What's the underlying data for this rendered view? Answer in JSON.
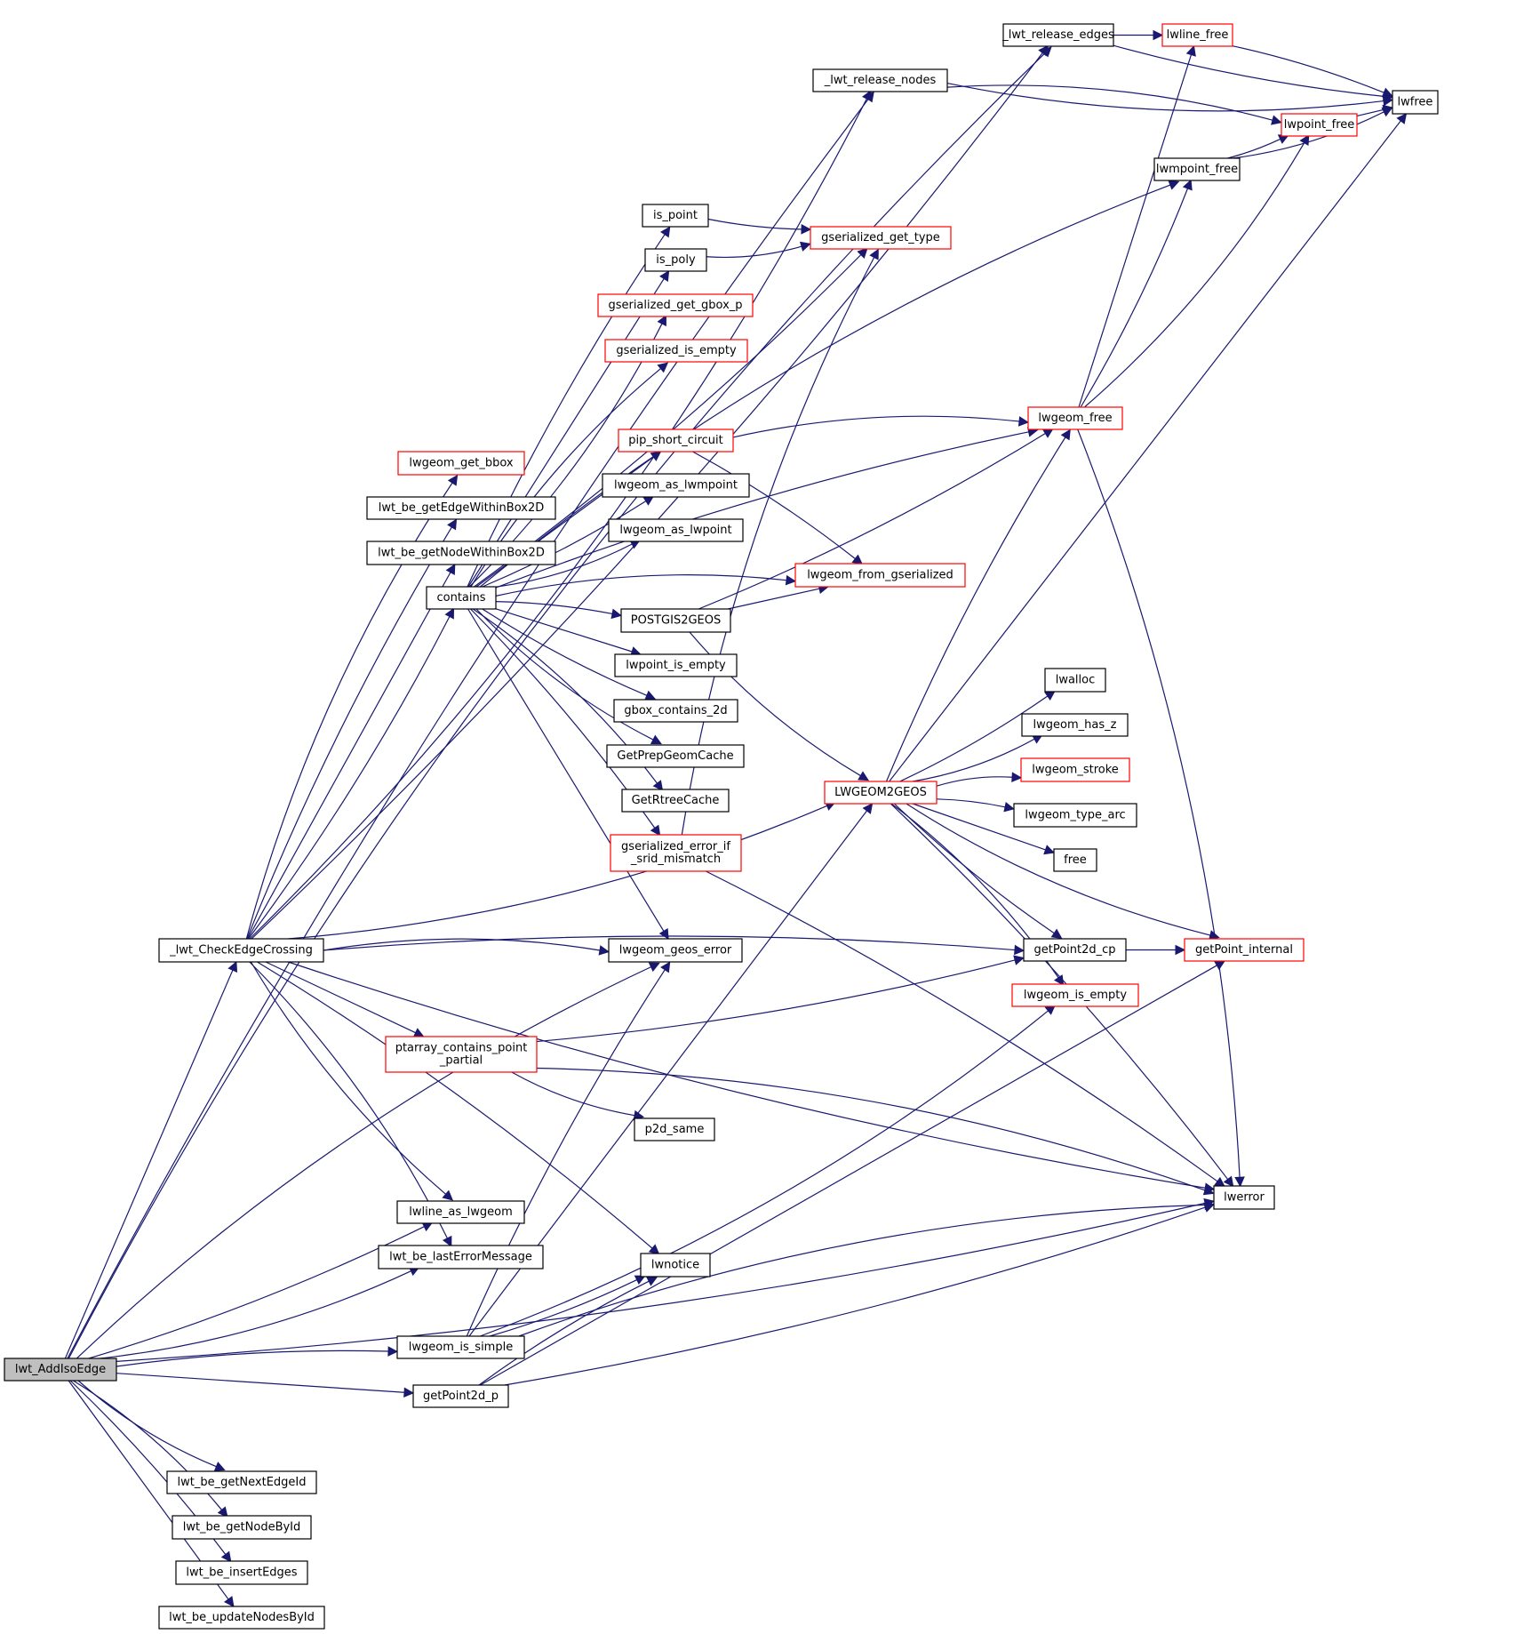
{
  "title": "Call graph for lwt_AddIsoEdge",
  "colors": {
    "edge": "#191970",
    "node_border": "#000000",
    "node_border_truncated": "#ff0000",
    "root_fill": "#bfbfbf",
    "node_fill": "#ffffff"
  },
  "nodes": [
    {
      "id": "lwt_AddIsoEdge",
      "label": [
        "lwt_AddIsoEdge"
      ],
      "style": "root"
    },
    {
      "id": "_lwt_CheckEdgeCrossing",
      "label": [
        "_lwt_CheckEdgeCrossing"
      ],
      "style": "normal"
    },
    {
      "id": "_lwt_release_edges",
      "label": [
        "_lwt_release_edges"
      ],
      "style": "normal"
    },
    {
      "id": "_lwt_release_nodes",
      "label": [
        "_lwt_release_nodes"
      ],
      "style": "normal"
    },
    {
      "id": "lwline_free",
      "label": [
        "lwline_free"
      ],
      "style": "truncated"
    },
    {
      "id": "lwfree",
      "label": [
        "lwfree"
      ],
      "style": "normal"
    },
    {
      "id": "lwpoint_free",
      "label": [
        "lwpoint_free"
      ],
      "style": "truncated"
    },
    {
      "id": "lwmpoint_free",
      "label": [
        "lwmpoint_free"
      ],
      "style": "normal"
    },
    {
      "id": "is_point",
      "label": [
        "is_point"
      ],
      "style": "normal"
    },
    {
      "id": "is_poly",
      "label": [
        "is_poly"
      ],
      "style": "normal"
    },
    {
      "id": "gserialized_get_type",
      "label": [
        "gserialized_get_type"
      ],
      "style": "truncated"
    },
    {
      "id": "gserialized_get_gbox_p",
      "label": [
        "gserialized_get_gbox_p"
      ],
      "style": "truncated"
    },
    {
      "id": "gserialized_is_empty",
      "label": [
        "gserialized_is_empty"
      ],
      "style": "truncated"
    },
    {
      "id": "lwgeom_free",
      "label": [
        "lwgeom_free"
      ],
      "style": "truncated"
    },
    {
      "id": "pip_short_circuit",
      "label": [
        "pip_short_circuit"
      ],
      "style": "truncated"
    },
    {
      "id": "lwgeom_get_bbox",
      "label": [
        "lwgeom_get_bbox"
      ],
      "style": "truncated"
    },
    {
      "id": "lwgeom_as_lwmpoint",
      "label": [
        "lwgeom_as_lwmpoint"
      ],
      "style": "normal"
    },
    {
      "id": "lwt_be_getEdgeWithinBox2D",
      "label": [
        "lwt_be_getEdgeWithinBox2D"
      ],
      "style": "normal"
    },
    {
      "id": "lwgeom_as_lwpoint",
      "label": [
        "lwgeom_as_lwpoint"
      ],
      "style": "normal"
    },
    {
      "id": "lwt_be_getNodeWithinBox2D",
      "label": [
        "lwt_be_getNodeWithinBox2D"
      ],
      "style": "normal"
    },
    {
      "id": "lwgeom_from_gserialized",
      "label": [
        "lwgeom_from_gserialized"
      ],
      "style": "truncated"
    },
    {
      "id": "contains",
      "label": [
        "contains"
      ],
      "style": "normal"
    },
    {
      "id": "POSTGIS2GEOS",
      "label": [
        "POSTGIS2GEOS"
      ],
      "style": "normal"
    },
    {
      "id": "lwpoint_is_empty",
      "label": [
        "lwpoint_is_empty"
      ],
      "style": "normal"
    },
    {
      "id": "lwalloc",
      "label": [
        "lwalloc"
      ],
      "style": "normal"
    },
    {
      "id": "gbox_contains_2d",
      "label": [
        "gbox_contains_2d"
      ],
      "style": "normal"
    },
    {
      "id": "lwgeom_has_z",
      "label": [
        "lwgeom_has_z"
      ],
      "style": "normal"
    },
    {
      "id": "GetPrepGeomCache",
      "label": [
        "GetPrepGeomCache"
      ],
      "style": "normal"
    },
    {
      "id": "lwgeom_stroke",
      "label": [
        "lwgeom_stroke"
      ],
      "style": "truncated"
    },
    {
      "id": "GetRtreeCache",
      "label": [
        "GetRtreeCache"
      ],
      "style": "normal"
    },
    {
      "id": "LWGEOM2GEOS",
      "label": [
        "LWGEOM2GEOS"
      ],
      "style": "truncated"
    },
    {
      "id": "lwgeom_type_arc",
      "label": [
        "lwgeom_type_arc"
      ],
      "style": "normal"
    },
    {
      "id": "gserialized_error_if_srid_mismatch",
      "label": [
        "gserialized_error_if",
        "_srid_mismatch"
      ],
      "style": "truncated"
    },
    {
      "id": "free",
      "label": [
        "free"
      ],
      "style": "normal"
    },
    {
      "id": "lwgeom_geos_error",
      "label": [
        "lwgeom_geos_error"
      ],
      "style": "normal"
    },
    {
      "id": "getPoint2d_cp",
      "label": [
        "getPoint2d_cp"
      ],
      "style": "normal"
    },
    {
      "id": "getPoint_internal",
      "label": [
        "getPoint_internal"
      ],
      "style": "truncated"
    },
    {
      "id": "lwgeom_is_empty",
      "label": [
        "lwgeom_is_empty"
      ],
      "style": "truncated"
    },
    {
      "id": "ptarray_contains_point_partial",
      "label": [
        "ptarray_contains_point",
        "_partial"
      ],
      "style": "truncated"
    },
    {
      "id": "p2d_same",
      "label": [
        "p2d_same"
      ],
      "style": "normal"
    },
    {
      "id": "lwerror",
      "label": [
        "lwerror"
      ],
      "style": "normal"
    },
    {
      "id": "lwline_as_lwgeom",
      "label": [
        "lwline_as_lwgeom"
      ],
      "style": "normal"
    },
    {
      "id": "lwt_be_lastErrorMessage",
      "label": [
        "lwt_be_lastErrorMessage"
      ],
      "style": "normal"
    },
    {
      "id": "lwnotice",
      "label": [
        "lwnotice"
      ],
      "style": "normal"
    },
    {
      "id": "lwgeom_is_simple",
      "label": [
        "lwgeom_is_simple"
      ],
      "style": "normal"
    },
    {
      "id": "getPoint2d_p",
      "label": [
        "getPoint2d_p"
      ],
      "style": "normal"
    },
    {
      "id": "lwt_be_getNextEdgeId",
      "label": [
        "lwt_be_getNextEdgeId"
      ],
      "style": "normal"
    },
    {
      "id": "lwt_be_getNodeById",
      "label": [
        "lwt_be_getNodeById"
      ],
      "style": "normal"
    },
    {
      "id": "lwt_be_insertEdges",
      "label": [
        "lwt_be_insertEdges"
      ],
      "style": "normal"
    },
    {
      "id": "lwt_be_updateNodesById",
      "label": [
        "lwt_be_updateNodesById"
      ],
      "style": "normal"
    }
  ],
  "edges": [
    [
      "lwt_AddIsoEdge",
      "_lwt_release_edges"
    ],
    [
      "lwt_AddIsoEdge",
      "_lwt_release_nodes"
    ],
    [
      "lwt_AddIsoEdge",
      "_lwt_CheckEdgeCrossing"
    ],
    [
      "lwt_AddIsoEdge",
      "lwline_as_lwgeom"
    ],
    [
      "lwt_AddIsoEdge",
      "lwt_be_lastErrorMessage"
    ],
    [
      "lwt_AddIsoEdge",
      "lwgeom_geos_error"
    ],
    [
      "lwt_AddIsoEdge",
      "lwgeom_is_simple"
    ],
    [
      "lwt_AddIsoEdge",
      "getPoint2d_p"
    ],
    [
      "lwt_AddIsoEdge",
      "lwerror"
    ],
    [
      "lwt_AddIsoEdge",
      "lwt_be_getNextEdgeId"
    ],
    [
      "lwt_AddIsoEdge",
      "lwt_be_getNodeById"
    ],
    [
      "lwt_AddIsoEdge",
      "lwt_be_insertEdges"
    ],
    [
      "lwt_AddIsoEdge",
      "lwt_be_updateNodesById"
    ],
    [
      "_lwt_CheckEdgeCrossing",
      "_lwt_release_edges"
    ],
    [
      "_lwt_CheckEdgeCrossing",
      "_lwt_release_nodes"
    ],
    [
      "_lwt_CheckEdgeCrossing",
      "lwgeom_get_bbox"
    ],
    [
      "_lwt_CheckEdgeCrossing",
      "lwt_be_getEdgeWithinBox2D"
    ],
    [
      "_lwt_CheckEdgeCrossing",
      "lwt_be_getNodeWithinBox2D"
    ],
    [
      "_lwt_CheckEdgeCrossing",
      "contains"
    ],
    [
      "_lwt_CheckEdgeCrossing",
      "LWGEOM2GEOS"
    ],
    [
      "_lwt_CheckEdgeCrossing",
      "lwgeom_geos_error"
    ],
    [
      "_lwt_CheckEdgeCrossing",
      "getPoint2d_cp"
    ],
    [
      "_lwt_CheckEdgeCrossing",
      "ptarray_contains_point_partial"
    ],
    [
      "_lwt_CheckEdgeCrossing",
      "lwerror"
    ],
    [
      "_lwt_CheckEdgeCrossing",
      "lwline_as_lwgeom"
    ],
    [
      "_lwt_CheckEdgeCrossing",
      "lwt_be_lastErrorMessage"
    ],
    [
      "_lwt_CheckEdgeCrossing",
      "lwnotice"
    ],
    [
      "_lwt_release_edges",
      "lwline_free"
    ],
    [
      "_lwt_release_edges",
      "lwfree"
    ],
    [
      "_lwt_release_nodes",
      "lwfree"
    ],
    [
      "_lwt_release_nodes",
      "lwpoint_free"
    ],
    [
      "lwline_free",
      "lwfree"
    ],
    [
      "lwpoint_free",
      "lwfree"
    ],
    [
      "lwmpoint_free",
      "lwpoint_free"
    ],
    [
      "lwmpoint_free",
      "lwfree"
    ],
    [
      "contains",
      "lwmpoint_free"
    ],
    [
      "contains",
      "is_point"
    ],
    [
      "contains",
      "is_poly"
    ],
    [
      "contains",
      "gserialized_get_type"
    ],
    [
      "contains",
      "gserialized_get_gbox_p"
    ],
    [
      "contains",
      "gserialized_is_empty"
    ],
    [
      "contains",
      "lwgeom_free"
    ],
    [
      "contains",
      "pip_short_circuit"
    ],
    [
      "contains",
      "lwgeom_as_lwmpoint"
    ],
    [
      "contains",
      "lwgeom_as_lwpoint"
    ],
    [
      "contains",
      "lwgeom_from_gserialized"
    ],
    [
      "contains",
      "POSTGIS2GEOS"
    ],
    [
      "contains",
      "lwpoint_is_empty"
    ],
    [
      "contains",
      "gbox_contains_2d"
    ],
    [
      "contains",
      "GetPrepGeomCache"
    ],
    [
      "contains",
      "GetRtreeCache"
    ],
    [
      "contains",
      "gserialized_error_if_srid_mismatch"
    ],
    [
      "contains",
      "lwgeom_geos_error"
    ],
    [
      "is_point",
      "gserialized_get_type"
    ],
    [
      "is_poly",
      "gserialized_get_type"
    ],
    [
      "pip_short_circuit",
      "lwgeom_free"
    ],
    [
      "pip_short_circuit",
      "lwgeom_from_gserialized"
    ],
    [
      "POSTGIS2GEOS",
      "lwgeom_from_gserialized"
    ],
    [
      "POSTGIS2GEOS",
      "lwgeom_free"
    ],
    [
      "POSTGIS2GEOS",
      "LWGEOM2GEOS"
    ],
    [
      "gserialized_error_if_srid_mismatch",
      "gserialized_get_type"
    ],
    [
      "gserialized_error_if_srid_mismatch",
      "lwerror"
    ],
    [
      "lwgeom_free",
      "lwline_free"
    ],
    [
      "lwgeom_free",
      "lwmpoint_free"
    ],
    [
      "lwgeom_free",
      "lwpoint_free"
    ],
    [
      "lwgeom_free",
      "lwerror"
    ],
    [
      "LWGEOM2GEOS",
      "lwgeom_free"
    ],
    [
      "LWGEOM2GEOS",
      "lwfree"
    ],
    [
      "LWGEOM2GEOS",
      "lwalloc"
    ],
    [
      "LWGEOM2GEOS",
      "lwgeom_has_z"
    ],
    [
      "LWGEOM2GEOS",
      "lwgeom_stroke"
    ],
    [
      "LWGEOM2GEOS",
      "lwgeom_type_arc"
    ],
    [
      "LWGEOM2GEOS",
      "free"
    ],
    [
      "LWGEOM2GEOS",
      "getPoint2d_cp"
    ],
    [
      "LWGEOM2GEOS",
      "getPoint_internal"
    ],
    [
      "LWGEOM2GEOS",
      "lwgeom_is_empty"
    ],
    [
      "LWGEOM2GEOS",
      "lwerror"
    ],
    [
      "getPoint2d_cp",
      "getPoint_internal"
    ],
    [
      "ptarray_contains_point_partial",
      "getPoint2d_cp"
    ],
    [
      "ptarray_contains_point_partial",
      "p2d_same"
    ],
    [
      "ptarray_contains_point_partial",
      "lwerror"
    ],
    [
      "lwgeom_is_simple",
      "lwgeom_geos_error"
    ],
    [
      "lwgeom_is_simple",
      "LWGEOM2GEOS"
    ],
    [
      "lwgeom_is_simple",
      "lwnotice"
    ],
    [
      "lwgeom_is_simple",
      "lwgeom_is_empty"
    ],
    [
      "lwgeom_is_simple",
      "lwerror"
    ],
    [
      "getPoint2d_p",
      "lwnotice"
    ],
    [
      "getPoint2d_p",
      "getPoint_internal"
    ],
    [
      "getPoint2d_p",
      "lwerror"
    ]
  ]
}
